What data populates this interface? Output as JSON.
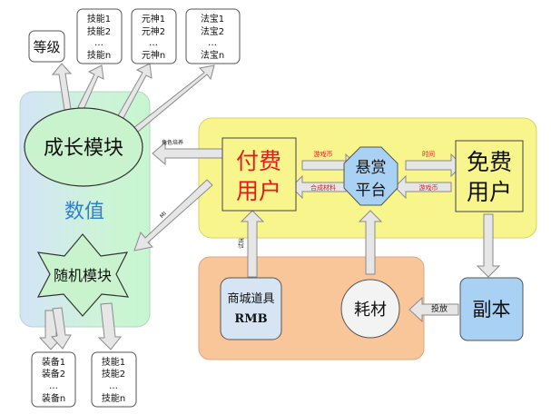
{
  "top_boxes": {
    "level": "等级",
    "skills": [
      "技能1",
      "技能2",
      "…",
      "技能n"
    ],
    "spirits": [
      "元神1",
      "元神2",
      "…",
      "元神n"
    ],
    "treasures": [
      "法宝1",
      "法宝2",
      "…",
      "法宝n"
    ]
  },
  "numeric_panel": {
    "title": "数值",
    "growth_module": "成长模块",
    "random_module": "随机模块"
  },
  "bottom_boxes": {
    "equipment": [
      "装备1",
      "装备2",
      "…",
      "装备n"
    ],
    "skills": [
      "技能1",
      "技能2",
      "…",
      "技能n"
    ]
  },
  "yellow_panel": {
    "paid_user": [
      "付费",
      "用户"
    ],
    "bounty_platform": [
      "悬赏",
      "平台"
    ],
    "free_user": [
      "免费",
      "用户"
    ]
  },
  "orange_panel": {
    "shop_items": "商城道具",
    "rmb": "RMB",
    "materials": "耗材"
  },
  "dungeon": "副本",
  "edge_labels": {
    "role_cultivation": "角色培养",
    "mi": "MI",
    "game_coin_left": "游戏币",
    "synth_materials": "合成材料",
    "time": "时间",
    "game_coin_right": "游戏币",
    "trial": "试玩",
    "drop": "投放"
  },
  "colors": {
    "green_panel": "#cdf5d8",
    "blue_panel": "#d6e6f8",
    "yellow_panel": "#f8f58d",
    "orange_panel": "#f9c69a",
    "octagon": "#a9d1f3",
    "dungeon": "#a9d1f3",
    "arrow_fill": "#e6e6e6",
    "red_text": "#e21c1c",
    "accent_blue": "#2f7fd0"
  }
}
